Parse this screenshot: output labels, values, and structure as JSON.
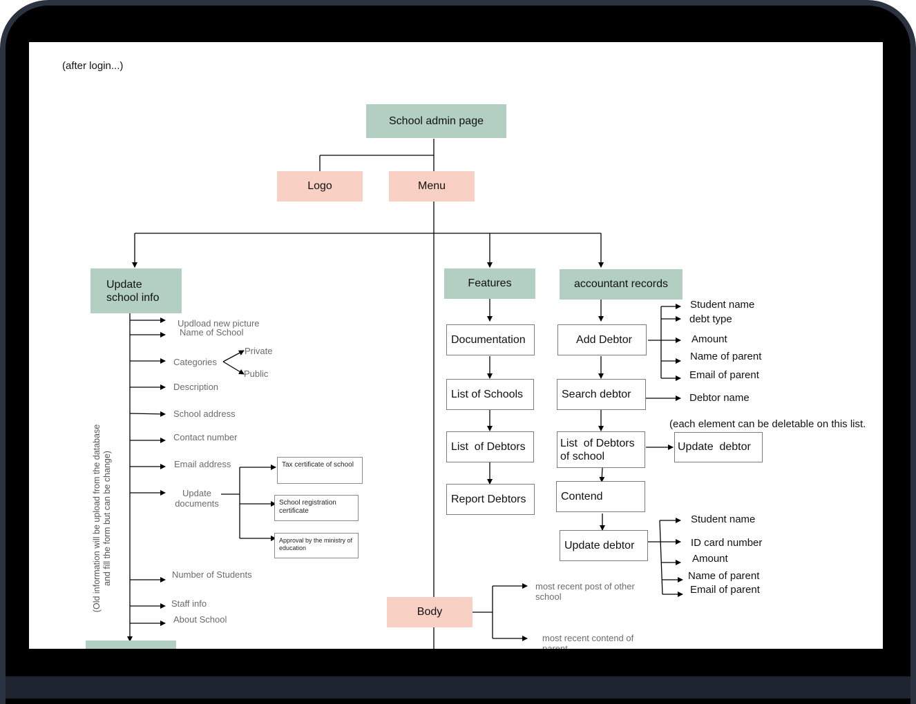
{
  "note_top": "(after login...)",
  "root": "School admin page",
  "logo": "Logo",
  "menu": "Menu",
  "body": "Body",
  "update_school": {
    "title": "Update school info",
    "items": [
      "Updload new picture",
      "Name of School",
      "Categories",
      "Description",
      "School address",
      "Contact number",
      "Email address",
      "Update documents",
      "Number of Students",
      "Staff info",
      "About School"
    ],
    "categories": [
      "Private",
      "Public"
    ],
    "documents": [
      "Tax certificate of school",
      "School registration certificate",
      "Approval by the ministry of education"
    ],
    "side_note": "(Old information will be upload from the database and fill the form but can be change)"
  },
  "features": {
    "title": "Features",
    "items": [
      "Documentation",
      "List of Schools",
      "List  of Debtors",
      "Report Debtors"
    ]
  },
  "accountant": {
    "title": "accountant records",
    "items": [
      "Add Debtor",
      "Search debtor",
      "List  of Debtors of school",
      "Contend",
      "Update debtor"
    ],
    "add_fields": [
      "Student name",
      "debt type",
      "Amount",
      "Name of parent",
      "Email of parent"
    ],
    "search_field": "Debtor name",
    "list_note": "(each element can be deletable on this list.",
    "list_action": "Update  debtor",
    "update_fields": [
      "Student name",
      "ID card number",
      "Amount",
      "Name of parent",
      "Email of parent"
    ]
  },
  "body_items": [
    "most recent  post of other school",
    "most recent contend of parent"
  ]
}
